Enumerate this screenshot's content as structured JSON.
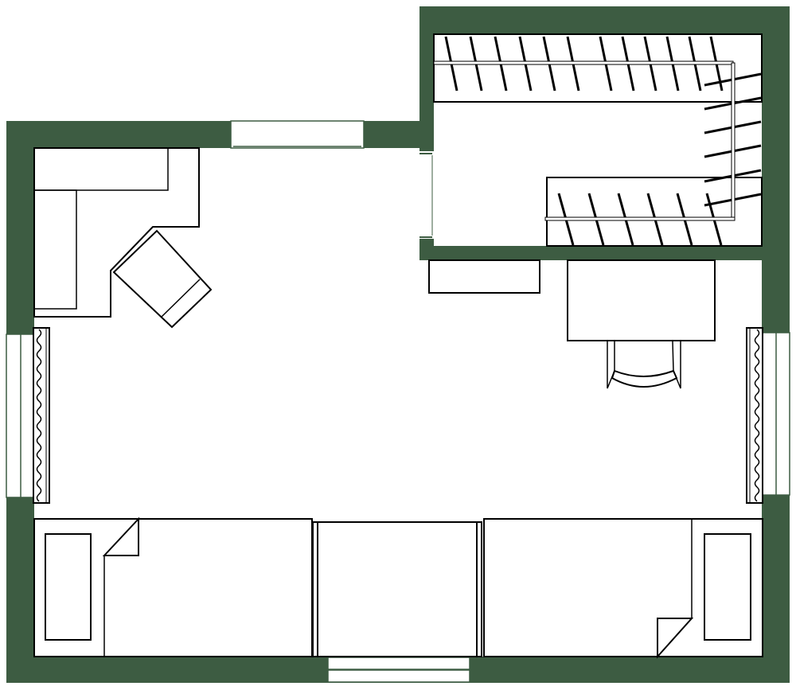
{
  "plan": {
    "colors": {
      "wall": "#3d5c42",
      "floor": "#ffffff",
      "furniture_outline": "#000000"
    },
    "elements": [
      "walls",
      "windows",
      "closet",
      "corner-sofa",
      "armchair",
      "dresser",
      "desk",
      "desk-chair",
      "curtains",
      "bed-left",
      "nightstand",
      "bed-right"
    ]
  }
}
